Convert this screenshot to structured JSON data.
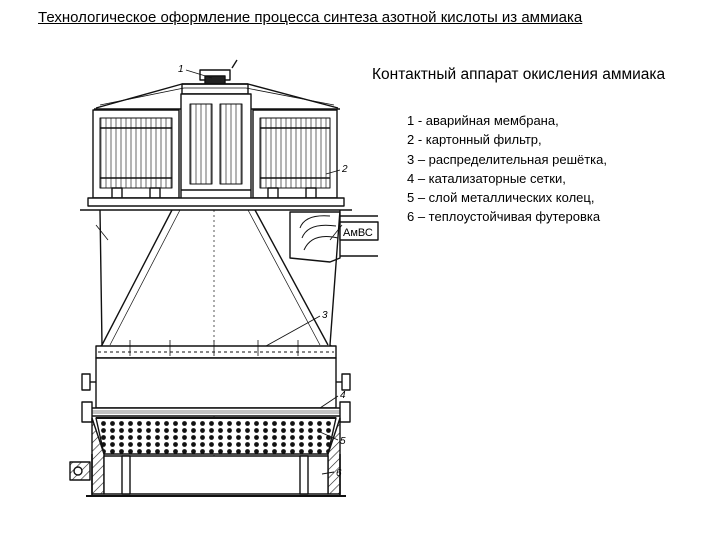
{
  "title": "Технологическое оформление процесса синтеза азотной кислоты из аммиака",
  "subtitle": "Контактный аппарат окисления аммиака",
  "legend": [
    "1 - аварийная мембрана,",
    "2 -  картонный фильтр,",
    "3 – распределительная решётка,",
    "4 – катализаторные сетки,",
    "5 – слой металлических колец,",
    "6 – теплоустойчивая футеровка"
  ],
  "diagram": {
    "inlet_label": "АмВС",
    "callouts": [
      "1",
      "2",
      "3",
      "4",
      "5",
      "6"
    ]
  }
}
